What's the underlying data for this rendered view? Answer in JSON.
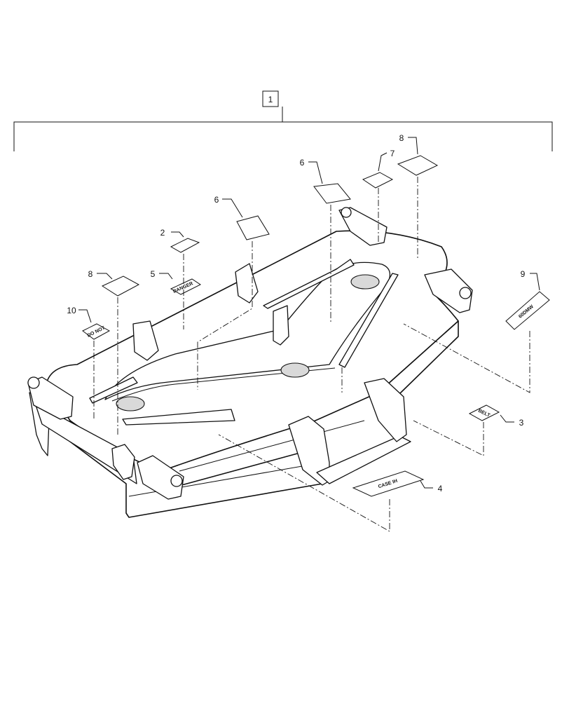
{
  "diagram": {
    "assembly_callout": "1",
    "callouts": {
      "c2": "2",
      "c3": "3",
      "c4": "4",
      "c5": "5",
      "c6a": "6",
      "c6b": "6",
      "c7": "7",
      "c8a": "8",
      "c8b": "8",
      "c9": "9",
      "c10": "10"
    },
    "decal_text": {
      "belt": "BELT",
      "case": "CASE IH",
      "mower_model": "60DMW",
      "d5": "DANGER",
      "d10": "DO NOT"
    }
  }
}
